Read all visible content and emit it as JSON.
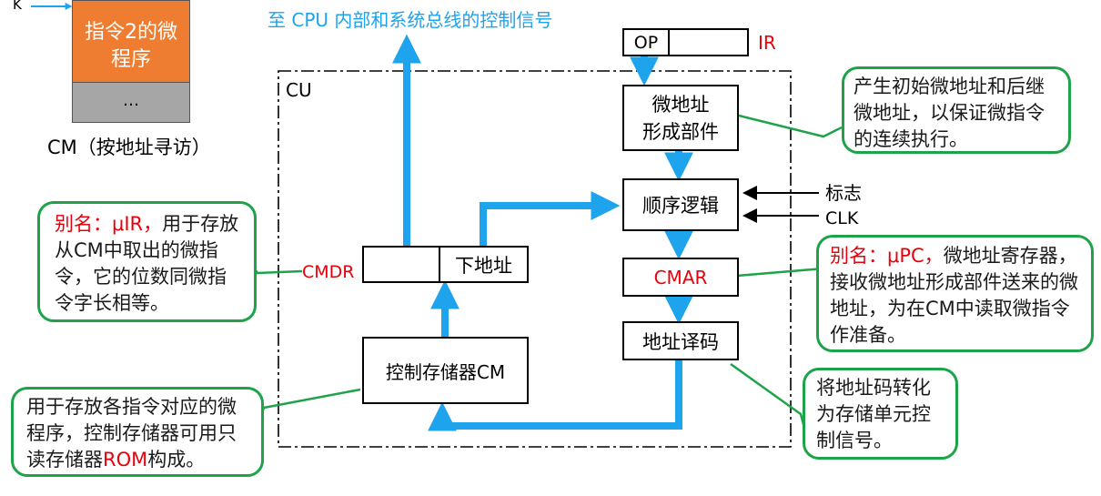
{
  "colors": {
    "arrow": "#1ea4ec",
    "callout_border": "#1fa34a",
    "red": "#e8000b",
    "orange": "#ee7d31",
    "gray": "#a6a6a6",
    "title_blue": "#1ea4ec"
  },
  "top_signal_label": "至 CPU 内部和系统总线的控制信号",
  "cm_stack": {
    "k_label": "K",
    "orange_text_1": "指令2的微",
    "orange_text_2": "程序",
    "gray_text": "…",
    "caption": "CM（按地址寻访）"
  },
  "cu_label": "CU",
  "ir": {
    "op_label": "OP",
    "ir_label": "IR"
  },
  "blocks": {
    "addr_gen_line1": "微地址",
    "addr_gen_line2": "形成部件",
    "seq_logic": "顺序逻辑",
    "next_addr": "下地址",
    "cmar": "CMAR",
    "addr_decode": "地址译码",
    "control_store": "控制存储器CM",
    "cmdr": "CMDR"
  },
  "inputs": {
    "flag": "标志",
    "clk": "CLK"
  },
  "callouts": {
    "addr_gen": "产生初始微地址和后继微地址，以保证微指令的连续执行。",
    "cmdr_alias": "别名：μIR，",
    "cmdr_rest": "用于存放从CM中取出的微指令，它的位数同微指令字长相等。",
    "cmar_alias": "别名：μPC，",
    "cmar_rest": "微地址寄存器，接收微地址形成部件送来的微地址，为在CM中读取微指令作准备。",
    "cm_part1": "用于存放各指令对应的微程序，控制存储器可用只读存储器",
    "cm_rom": "ROM",
    "cm_part2": "构成。",
    "decode": "将地址码转化为存储单元控制信号。"
  }
}
